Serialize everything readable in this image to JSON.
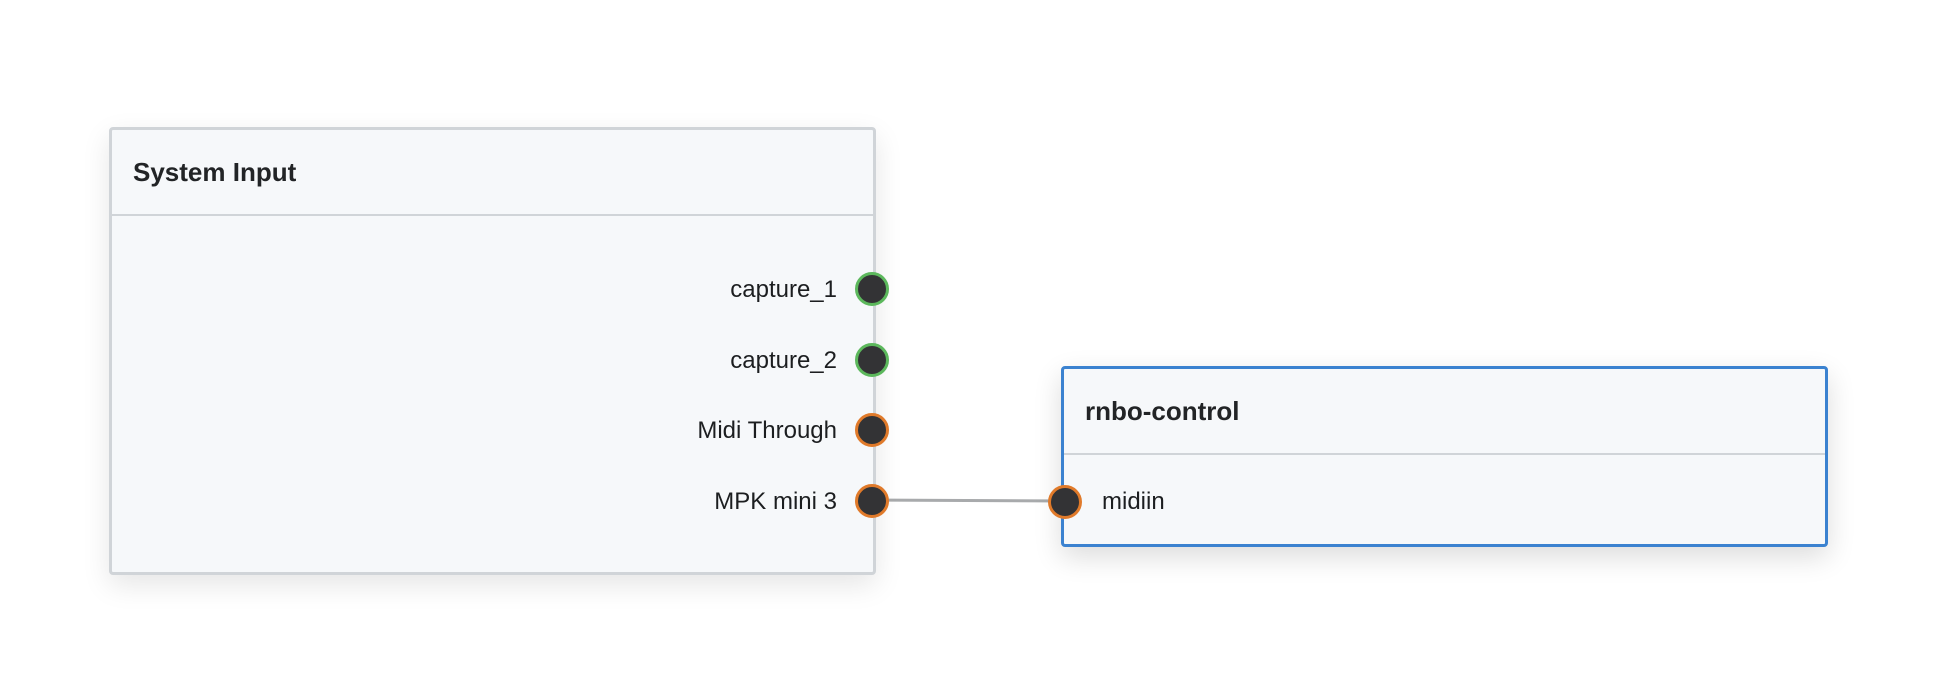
{
  "system_input": {
    "title": "System Input",
    "ports": [
      {
        "label": "capture_1",
        "kind": "audio"
      },
      {
        "label": "capture_2",
        "kind": "audio"
      },
      {
        "label": "Midi Through",
        "kind": "midi"
      },
      {
        "label": "MPK mini 3",
        "kind": "midi"
      }
    ]
  },
  "rnbo_control": {
    "title": "rnbo-control",
    "ports": [
      {
        "label": "midiin",
        "kind": "midi"
      }
    ]
  },
  "connections": [
    {
      "from": "MPK mini 3",
      "to": "midiin"
    }
  ],
  "colors": {
    "audio_port": "#5cb85c",
    "midi_port": "#e07a2a",
    "selected_border": "#3b82d0",
    "wire": "#a8aaac"
  }
}
